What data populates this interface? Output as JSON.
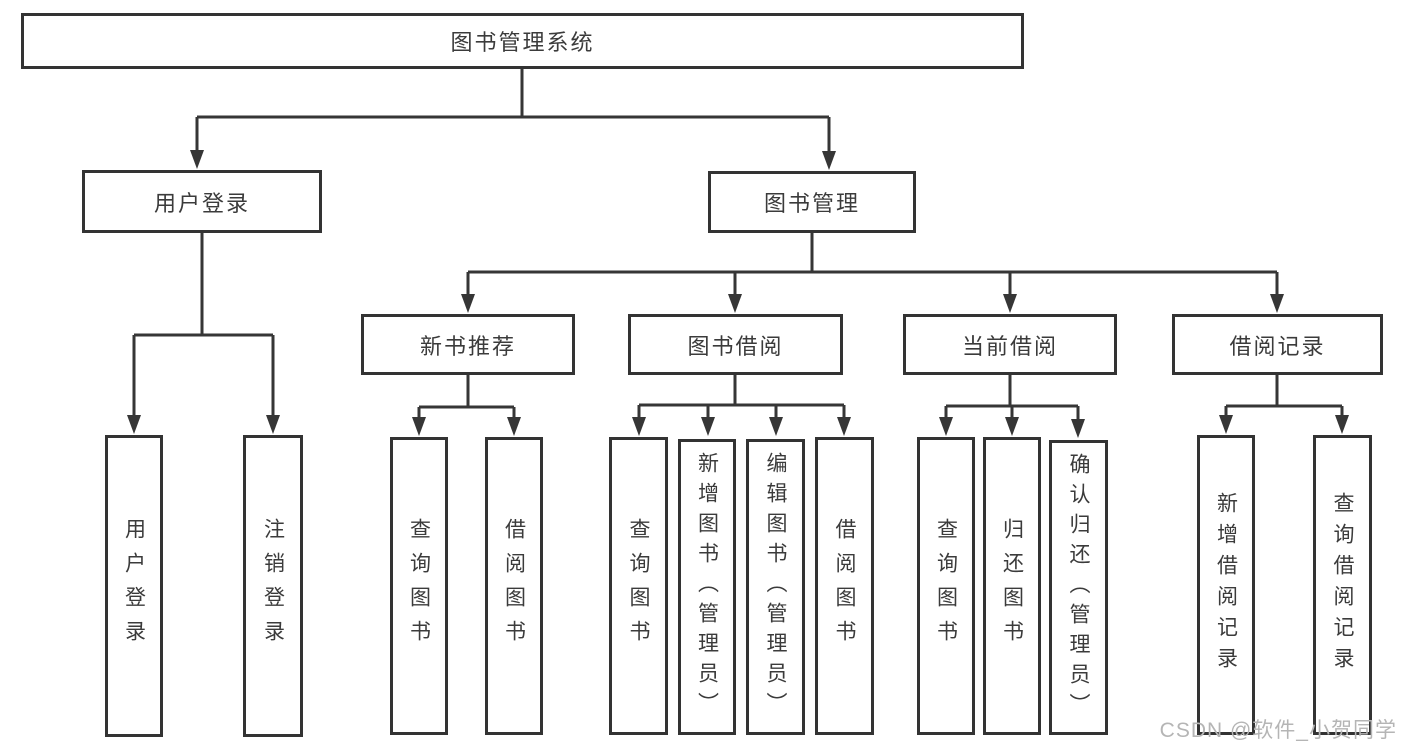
{
  "tree": {
    "label": "图书管理系统",
    "children": [
      {
        "label": "用户登录",
        "children": [
          {
            "label": "用户登录"
          },
          {
            "label": "注销登录"
          }
        ]
      },
      {
        "label": "图书管理",
        "children": [
          {
            "label": "新书推荐",
            "children": [
              {
                "label": "查询图书"
              },
              {
                "label": "借阅图书"
              }
            ]
          },
          {
            "label": "图书借阅",
            "children": [
              {
                "label": "查询图书"
              },
              {
                "label": "新增图书（管理员）"
              },
              {
                "label": "编辑图书（管理员）"
              },
              {
                "label": "借阅图书"
              }
            ]
          },
          {
            "label": "当前借阅",
            "children": [
              {
                "label": "查询图书"
              },
              {
                "label": "归还图书"
              },
              {
                "label": "确认归还（管理员）"
              }
            ]
          },
          {
            "label": "借阅记录",
            "children": [
              {
                "label": "新增借阅记录"
              },
              {
                "label": "查询借阅记录"
              }
            ]
          }
        ]
      }
    ]
  },
  "watermark": {
    "text": "CSDN @软件_小贺同学"
  },
  "colors": {
    "line": "#363636",
    "box_border": "#333333",
    "text": "#3b3b3b",
    "background": "#ffffff",
    "watermark": "#b5b5b5"
  }
}
